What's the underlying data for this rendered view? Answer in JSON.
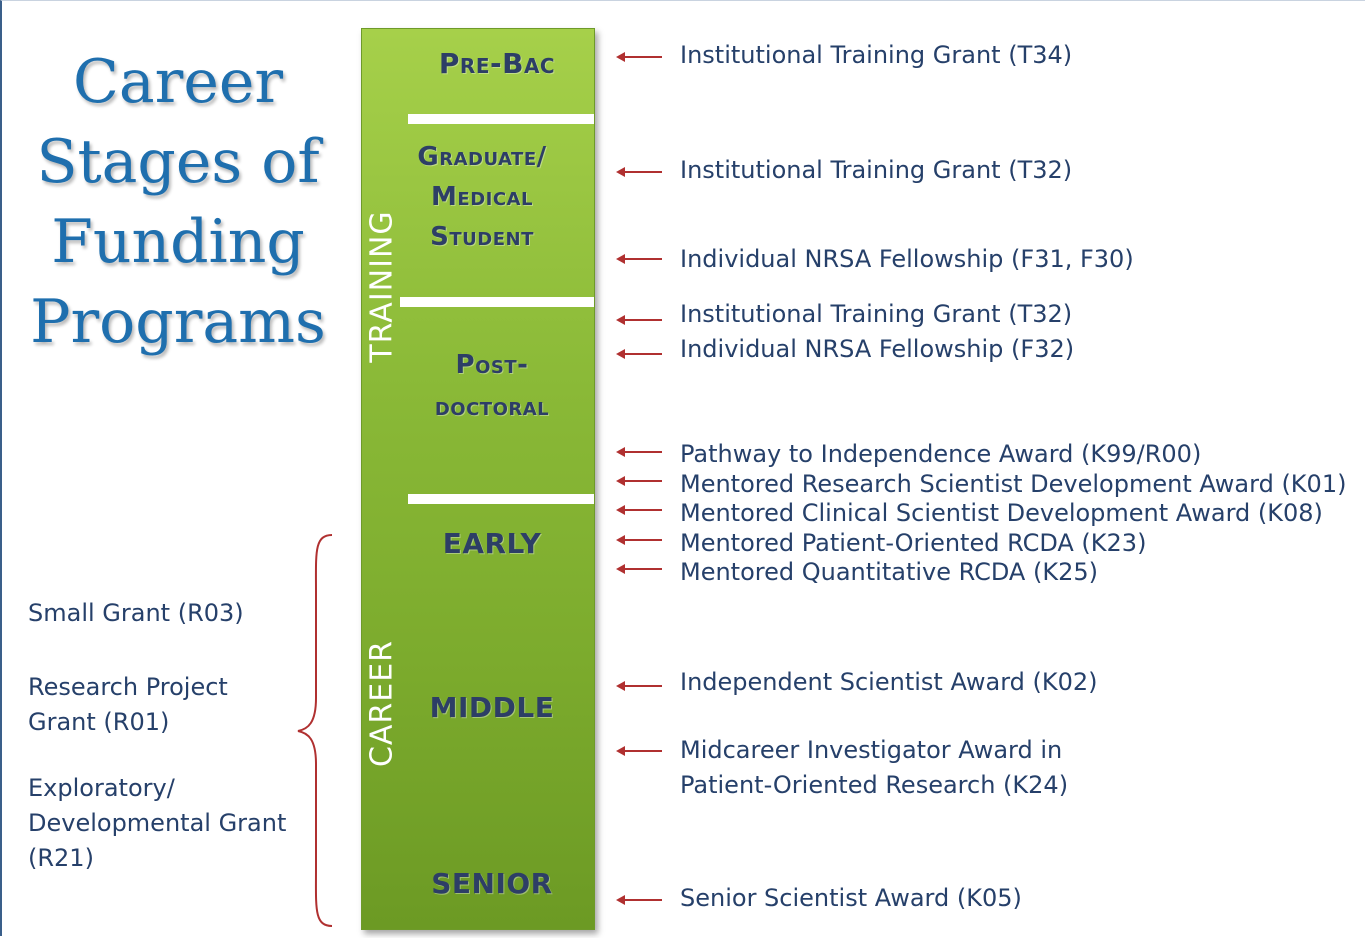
{
  "title": {
    "line1": "Career",
    "line2": "Stages of",
    "line3": "Funding",
    "line4": "Programs"
  },
  "bar": {
    "side_labels": {
      "training": "TRAINING",
      "career": "CAREER"
    },
    "stages": {
      "prebac": "Pre-Bac",
      "graduate": {
        "line1": "Graduate/",
        "line2": "Medical",
        "line3": "Student"
      },
      "postdoc": {
        "line1": "Post-",
        "line2": "doctoral"
      },
      "early": "EARLY",
      "middle": "MIDDLE",
      "senior": "SENIOR"
    }
  },
  "grants": [
    "Institutional Training Grant (T34)",
    "Institutional Training Grant (T32)",
    "Individual NRSA Fellowship (F31, F30)",
    "Institutional Training Grant (T32)",
    "Individual NRSA Fellowship (F32)",
    "Pathway to Independence Award (K99/R00)",
    "Mentored Research Scientist Development Award (K01)",
    "Mentored Clinical Scientist Development Award (K08)",
    "Mentored Patient-Oriented RCDA (K23)",
    "Mentored Quantitative RCDA (K25)",
    "Independent Scientist Award (K02)",
    {
      "line1": "Midcareer Investigator Award in",
      "line2": "Patient-Oriented Research (K24)"
    },
    "Senior Scientist Award (K05)"
  ],
  "career_grants": {
    "small": "Small Grant (R03)",
    "research": {
      "line1": "Research Project",
      "line2": "Grant (R01)"
    },
    "exploratory": {
      "line1": "Exploratory/",
      "line2": "Developmental Grant",
      "line3": "(R21)"
    }
  },
  "colors": {
    "title": "#1f6fae",
    "bar": "#8ab937",
    "stage_text": "#2d3e66",
    "grant_text": "#26406a",
    "arrow": "#b03030"
  }
}
